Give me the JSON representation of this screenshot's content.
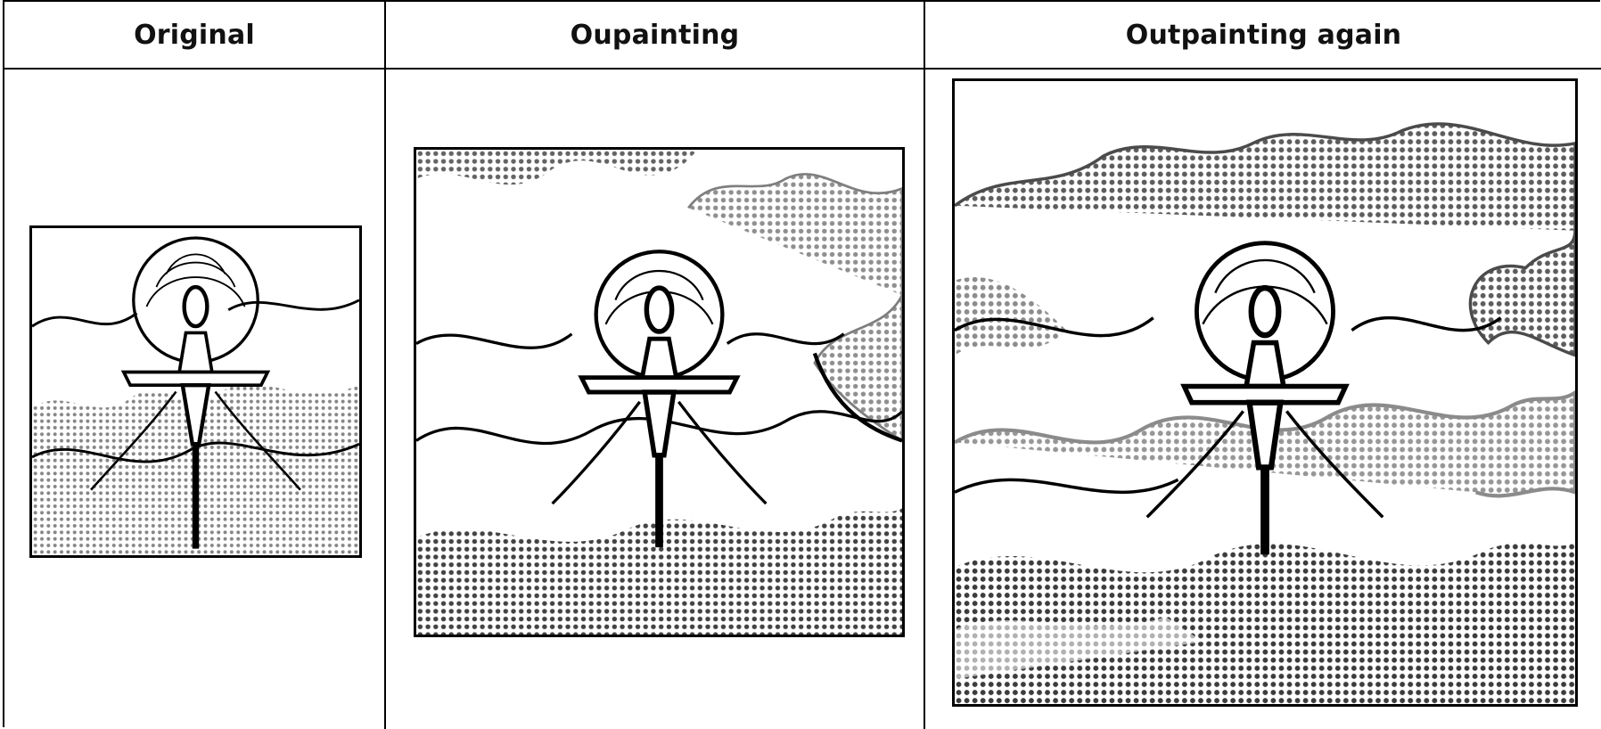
{
  "columns": [
    {
      "title": "Original"
    },
    {
      "title": "Oupainting"
    },
    {
      "title": "Outpainting again"
    }
  ]
}
